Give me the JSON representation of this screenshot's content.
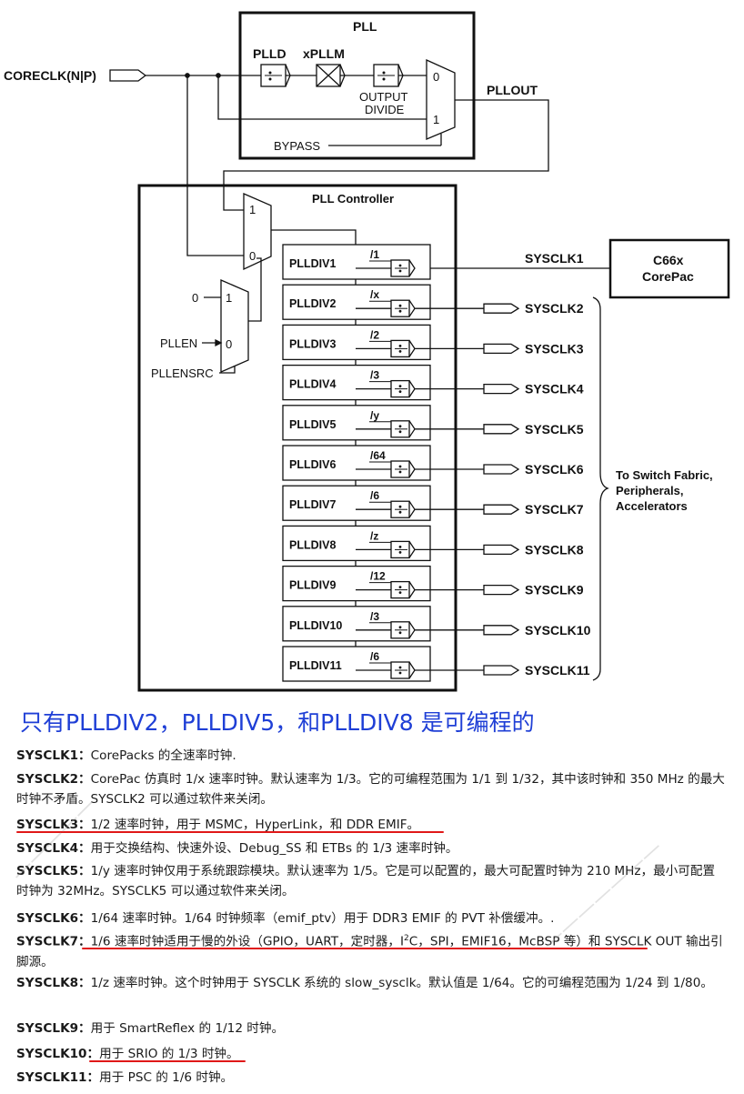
{
  "diagram": {
    "pll_title": "PLL",
    "input_label": "CORECLK(N|P)",
    "plld": "PLLD",
    "xpllm": "xPLLM",
    "output_divide_1": "OUTPUT",
    "output_divide_2": "DIVIDE",
    "pll_mux_in0": "0",
    "pll_mux_in1": "1",
    "bypass": "BYPASS",
    "pllout": "PLLOUT",
    "controller_title": "PLL Controller",
    "ctrl_mux_in1": "1",
    "ctrl_mux_in0": "0",
    "en_mux_in1": "1",
    "en_mux_in0": "0",
    "zero_input": "0",
    "pllen": "PLLEN",
    "pllensrc": "PLLENSRC",
    "corepac_1": "C66x",
    "corepac_2": "CorePac",
    "brace_text_1": "To Switch Fabric,",
    "brace_text_2": "Peripherals,",
    "brace_text_3": "Accelerators",
    "dividers": [
      {
        "name": "PLLDIV1",
        "ratio": "/1",
        "out": "SYSCLK1"
      },
      {
        "name": "PLLDIV2",
        "ratio": "/x",
        "out": "SYSCLK2"
      },
      {
        "name": "PLLDIV3",
        "ratio": "/2",
        "out": "SYSCLK3"
      },
      {
        "name": "PLLDIV4",
        "ratio": "/3",
        "out": "SYSCLK4"
      },
      {
        "name": "PLLDIV5",
        "ratio": "/y",
        "out": "SYSCLK5"
      },
      {
        "name": "PLLDIV6",
        "ratio": "/64",
        "out": "SYSCLK6"
      },
      {
        "name": "PLLDIV7",
        "ratio": "/6",
        "out": "SYSCLK7"
      },
      {
        "name": "PLLDIV8",
        "ratio": "/z",
        "out": "SYSCLK8"
      },
      {
        "name": "PLLDIV9",
        "ratio": "/12",
        "out": "SYSCLK9"
      },
      {
        "name": "PLLDIV10",
        "ratio": "/3",
        "out": "SYSCLK10"
      },
      {
        "name": "PLLDIV11",
        "ratio": "/6",
        "out": "SYSCLK11"
      }
    ]
  },
  "heading": "只有PLLDIV2，PLLDIV5，和PLLDIV8 是可编程的",
  "descriptions": [
    {
      "label": "SYSCLK1：",
      "text": "CorePacks 的全速率时钟."
    },
    {
      "label": "SYSCLK2：",
      "text": "CorePac 仿真时 1/x 速率时钟。默认速率为 1/3。它的可编程范围为 1/1 到 1/32，其中该时钟和 350 MHz 的最大时钟不矛盾。SYSCLK2 可以通过软件来关闭。"
    },
    {
      "label": "SYSCLK3：",
      "text": "1/2 速率时钟，用于 MSMC，HyperLink，和 DDR EMIF。"
    },
    {
      "label": "SYSCLK4：",
      "text": "用于交换结构、快速外设、Debug_SS 和 ETBs 的 1/3 速率时钟。"
    },
    {
      "label": "SYSCLK5：",
      "text": "1/y 速率时钟仅用于系统跟踪模块。默认速率为 1/5。它是可以配置的，最大可配置时钟为 210 MHz，最小可配置时钟为 32MHz。SYSCLK5 可以通过软件来关闭。"
    },
    {
      "label": "SYSCLK6：",
      "text": "1/64 速率时钟。1/64 时钟频率（emif_ptv）用于 DDR3 EMIF 的 PVT 补偿缓冲。."
    },
    {
      "label": "SYSCLK7：",
      "text_pre": "1/6 速率时钟适用于慢的外设（GPIO，UART，定时器，I",
      "sup": "2",
      "text_post": "C，SPI，EMIF16，McBSP 等）和 SYSCLK OUT 输出引脚源。"
    },
    {
      "label": "SYSCLK8：",
      "text": "1/z 速率时钟。这个时钟用于 SYSCLK 系统的 slow_sysclk。默认值是 1/64。它的可编程范围为 1/24 到 1/80。"
    },
    {
      "label": "SYSCLK9：",
      "text": "用于 SmartReflex 的 1/12 时钟。"
    },
    {
      "label": "SYSCLK10：",
      "text": "用于 SRIO 的 1/3 时钟。"
    },
    {
      "label": "SYSCLK11：",
      "text": "用于 PSC 的 1/6 时钟。"
    }
  ],
  "colors": {
    "heading": "#1f3fd6",
    "underline": "#e01818",
    "line": "#111111"
  }
}
